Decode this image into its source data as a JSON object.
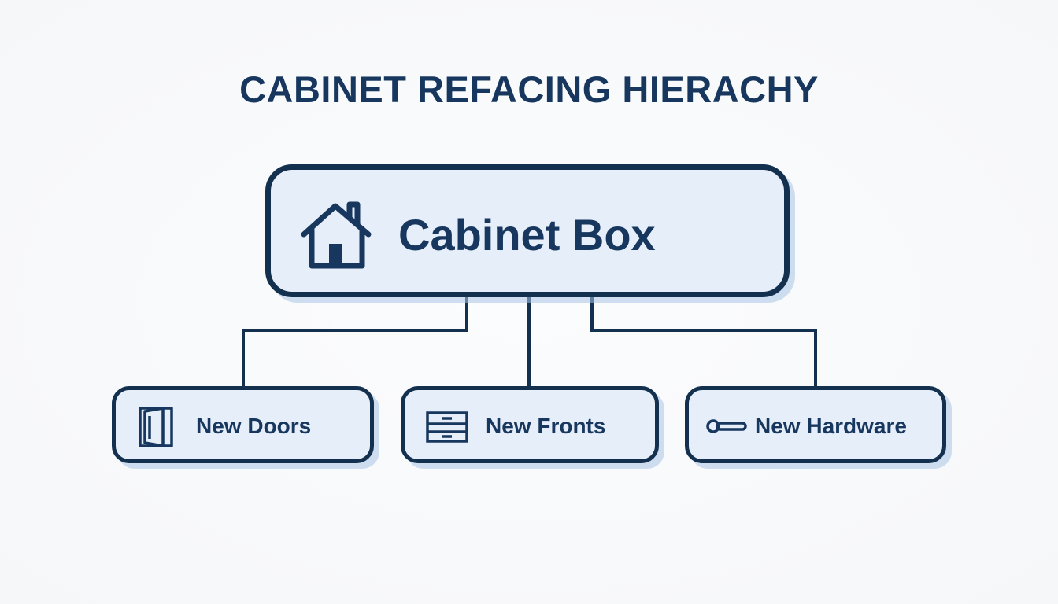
{
  "title": "CABINET REFACING HIERACHY",
  "root": {
    "label": "Cabinet Box",
    "icon": "house-icon"
  },
  "children": [
    {
      "label": "New Doors",
      "icon": "door-icon"
    },
    {
      "label": "New Fronts",
      "icon": "drawer-front-icon"
    },
    {
      "label": "New Hardware",
      "icon": "handle-icon"
    }
  ],
  "colors": {
    "primary": "#17375e",
    "node_fill": "#e6eef9",
    "shadow": "#aac4e6",
    "background": "#f8f9fb"
  }
}
